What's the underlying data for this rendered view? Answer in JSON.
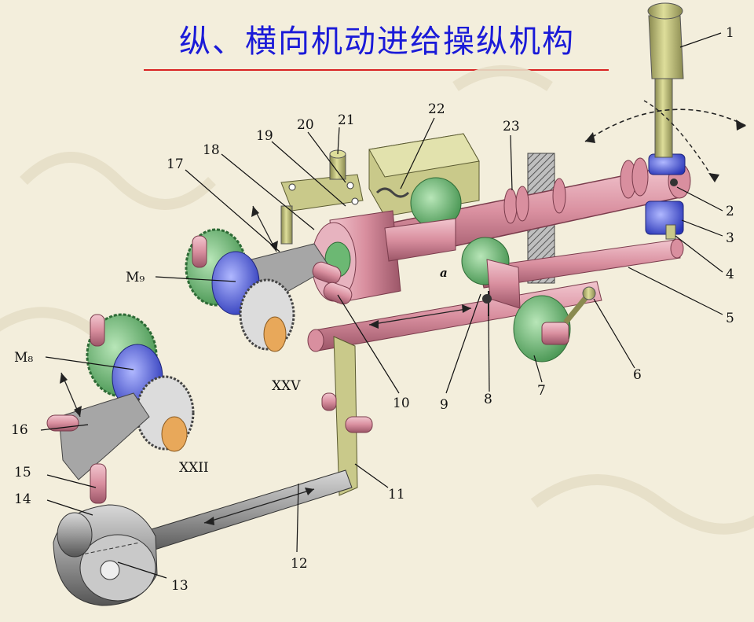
{
  "title": "纵、横向机动进给操纵机构",
  "labels": [
    {
      "id": "1",
      "text": "1"
    },
    {
      "id": "2",
      "text": "2"
    },
    {
      "id": "3",
      "text": "3"
    },
    {
      "id": "4",
      "text": "4"
    },
    {
      "id": "5",
      "text": "5"
    },
    {
      "id": "6",
      "text": "6"
    },
    {
      "id": "7",
      "text": "7"
    },
    {
      "id": "8",
      "text": "8"
    },
    {
      "id": "9",
      "text": "9"
    },
    {
      "id": "10",
      "text": "10"
    },
    {
      "id": "11",
      "text": "11"
    },
    {
      "id": "12",
      "text": "12"
    },
    {
      "id": "13",
      "text": "13"
    },
    {
      "id": "14",
      "text": "14"
    },
    {
      "id": "15",
      "text": "15"
    },
    {
      "id": "16",
      "text": "16"
    },
    {
      "id": "17",
      "text": "17"
    },
    {
      "id": "18",
      "text": "18"
    },
    {
      "id": "19",
      "text": "19"
    },
    {
      "id": "20",
      "text": "20"
    },
    {
      "id": "21",
      "text": "21"
    },
    {
      "id": "22",
      "text": "22"
    },
    {
      "id": "23",
      "text": "23"
    }
  ],
  "m9": "M₉",
  "m8": "M₈",
  "shaft_xxv": "XXV",
  "shaft_xxii": "XXII",
  "point_a": "a",
  "colors": {
    "title": "#1a1ad8",
    "rule": "#d92323",
    "rod": "#d99aa8",
    "rodDark": "#9c5668",
    "gear": "#6cb873",
    "blue": "#4a5de0",
    "olive": "#b8b878",
    "orange": "#e8a85a"
  }
}
